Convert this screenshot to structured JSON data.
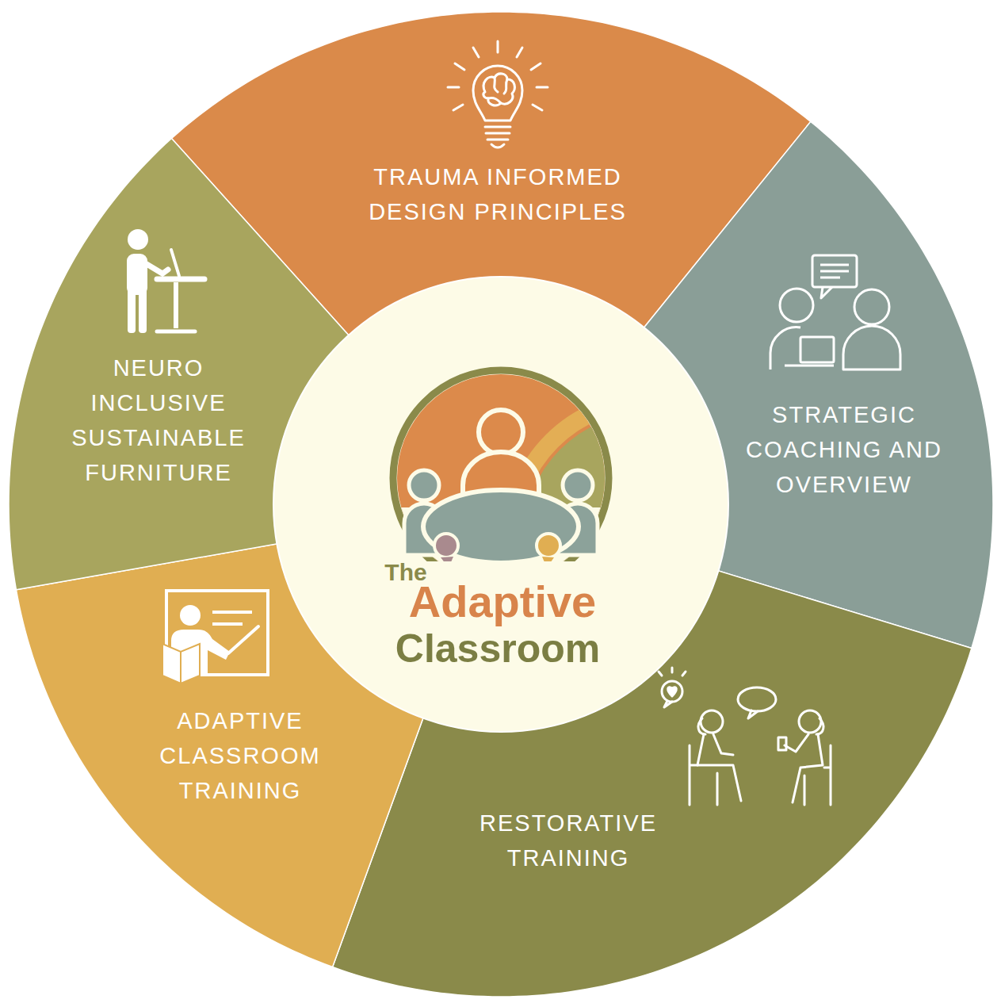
{
  "diagram": {
    "nodes": [
      {
        "text": [
          "TRAUMA INFORMED DESIGN PRINCIPLES"
        ]
      },
      {
        "text": [
          "STRATEGIC COACHING AND OVERVIEW"
        ]
      },
      {
        "text": [
          "RESTORATIVE TRAINING"
        ]
      },
      {
        "text": [
          "ADAPTIVE CLASSROOM TRAINING"
        ]
      },
      {
        "text": [
          "NEURO INCLUSIVE SUSTAINABLE FURNITURE"
        ]
      },
      {
        "text": [
          "The",
          "Adaptive",
          "Classroom"
        ]
      }
    ]
  }
}
